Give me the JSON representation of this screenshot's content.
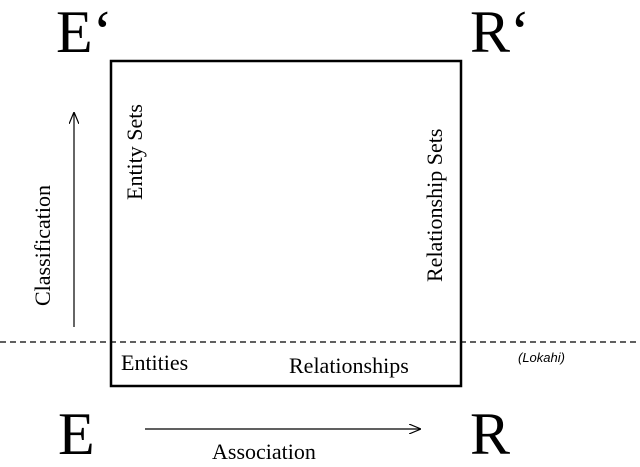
{
  "corners": {
    "top_left": "E‘",
    "top_right": "R‘",
    "bottom_left": "E",
    "bottom_right": "R"
  },
  "box_labels": {
    "entity_sets": "Entity Sets",
    "relationship_sets": "Relationship Sets",
    "entities": "Entities",
    "relationships": "Relationships"
  },
  "arrows": {
    "vertical_label": "Classification",
    "horizontal_label": "Association"
  },
  "note": "(Lokahi)"
}
